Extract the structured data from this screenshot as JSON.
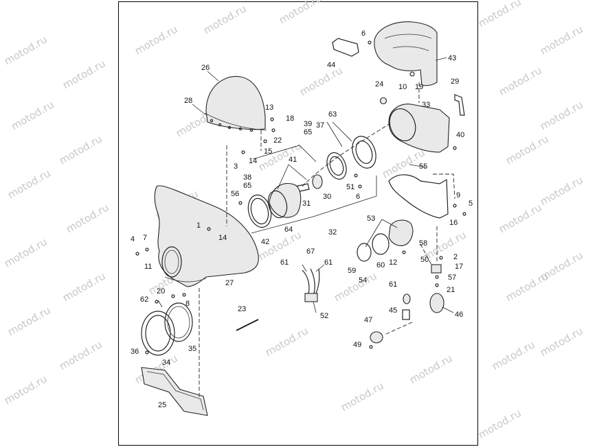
{
  "watermark": "motod.ru",
  "colors": {
    "line": "#222222",
    "watermark": "#c8c8c8",
    "background": "#ffffff"
  },
  "callouts": [
    {
      "id": "c26",
      "text": "26"
    },
    {
      "id": "c28",
      "text": "28"
    },
    {
      "id": "c13",
      "text": "13"
    },
    {
      "id": "c18",
      "text": "18"
    },
    {
      "id": "c22",
      "text": "22"
    },
    {
      "id": "c15",
      "text": "15"
    },
    {
      "id": "c14a",
      "text": "14"
    },
    {
      "id": "c3",
      "text": "3"
    },
    {
      "id": "c6a",
      "text": "6"
    },
    {
      "id": "c44",
      "text": "44"
    },
    {
      "id": "c43",
      "text": "43"
    },
    {
      "id": "c24",
      "text": "24"
    },
    {
      "id": "c10",
      "text": "10"
    },
    {
      "id": "c19",
      "text": "19"
    },
    {
      "id": "c29",
      "text": "29"
    },
    {
      "id": "c33",
      "text": "33"
    },
    {
      "id": "c63",
      "text": "63"
    },
    {
      "id": "c39",
      "text": "39"
    },
    {
      "id": "c37",
      "text": "37"
    },
    {
      "id": "c65a",
      "text": "65"
    },
    {
      "id": "c41",
      "text": "41"
    },
    {
      "id": "c40",
      "text": "40"
    },
    {
      "id": "c55",
      "text": "55"
    },
    {
      "id": "c38",
      "text": "38"
    },
    {
      "id": "c65b",
      "text": "65"
    },
    {
      "id": "c51",
      "text": "51"
    },
    {
      "id": "c6b",
      "text": "6"
    },
    {
      "id": "c56",
      "text": "56"
    },
    {
      "id": "c31",
      "text": "31"
    },
    {
      "id": "c30",
      "text": "30"
    },
    {
      "id": "c9",
      "text": "9"
    },
    {
      "id": "c5",
      "text": "5"
    },
    {
      "id": "c16",
      "text": "16"
    },
    {
      "id": "c64",
      "text": "64"
    },
    {
      "id": "c32",
      "text": "32"
    },
    {
      "id": "c1",
      "text": "1"
    },
    {
      "id": "c14b",
      "text": "14"
    },
    {
      "id": "c42",
      "text": "42"
    },
    {
      "id": "c53",
      "text": "53"
    },
    {
      "id": "c4",
      "text": "4"
    },
    {
      "id": "c7",
      "text": "7"
    },
    {
      "id": "c58",
      "text": "58"
    },
    {
      "id": "c11",
      "text": "11"
    },
    {
      "id": "c67",
      "text": "67"
    },
    {
      "id": "c61a",
      "text": "61"
    },
    {
      "id": "c61b",
      "text": "61"
    },
    {
      "id": "c2",
      "text": "2"
    },
    {
      "id": "c50",
      "text": "50"
    },
    {
      "id": "c17",
      "text": "17"
    },
    {
      "id": "c60",
      "text": "60"
    },
    {
      "id": "c12",
      "text": "12"
    },
    {
      "id": "c59",
      "text": "59"
    },
    {
      "id": "c54",
      "text": "54"
    },
    {
      "id": "c57",
      "text": "57"
    },
    {
      "id": "c27",
      "text": "27"
    },
    {
      "id": "c61c",
      "text": "61"
    },
    {
      "id": "c21",
      "text": "21"
    },
    {
      "id": "c20",
      "text": "20"
    },
    {
      "id": "c62",
      "text": "62"
    },
    {
      "id": "c8",
      "text": "8"
    },
    {
      "id": "c46",
      "text": "46"
    },
    {
      "id": "c23",
      "text": "23"
    },
    {
      "id": "c52",
      "text": "52"
    },
    {
      "id": "c45",
      "text": "45"
    },
    {
      "id": "c47",
      "text": "47"
    },
    {
      "id": "c49",
      "text": "49"
    },
    {
      "id": "c36",
      "text": "36"
    },
    {
      "id": "c35",
      "text": "35"
    },
    {
      "id": "c34",
      "text": "34"
    },
    {
      "id": "c25",
      "text": "25"
    }
  ]
}
